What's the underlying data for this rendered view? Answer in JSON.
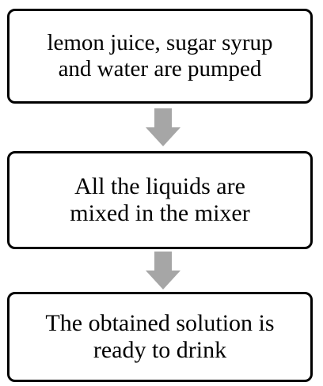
{
  "flow": {
    "steps": [
      {
        "text": "lemon juice, sugar syrup\nand water are pumped"
      },
      {
        "text": "All the liquids are\nmixed in the mixer"
      },
      {
        "text": "The obtained solution is\nready to drink"
      }
    ],
    "arrow_color": "#a6a6a6",
    "border_color": "#000000"
  }
}
